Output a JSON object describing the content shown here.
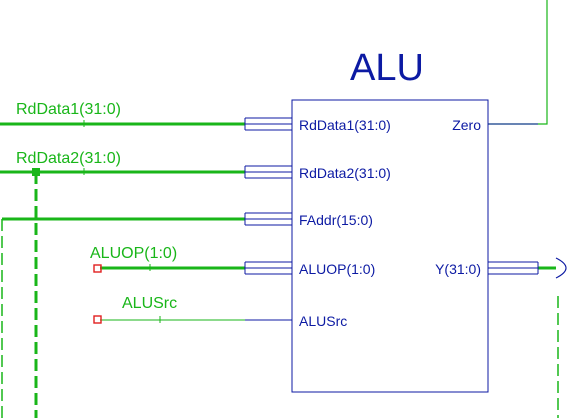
{
  "block": {
    "title": "ALU",
    "ports_in": [
      "RdData1(31:0)",
      "RdData2(31:0)",
      "FAddr(15:0)",
      "ALUOP(1:0)",
      "ALUSrc"
    ],
    "ports_out": [
      "Zero",
      "Y(31:0)"
    ]
  },
  "nets": {
    "rddata1": "RdData1(31:0)",
    "rddata2": "RdData2(31:0)",
    "aluop": "ALUOP(1:0)",
    "alusrc": "ALUSrc"
  },
  "colors": {
    "block": "#0c1aa3",
    "wire": "#19b619",
    "marker": "#e02020",
    "background": "#ffffff"
  }
}
